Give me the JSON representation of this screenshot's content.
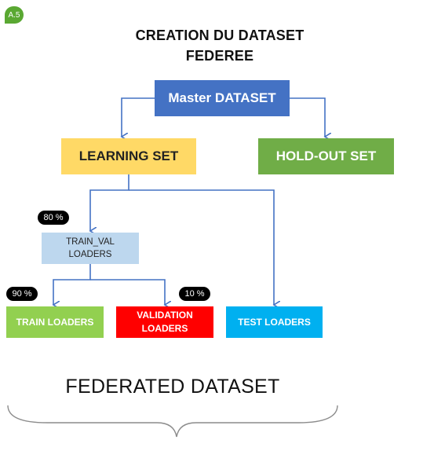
{
  "badge": "A.5",
  "title": {
    "line1": "CREATION DU DATASET",
    "line2": "FEDEREE"
  },
  "nodes": {
    "master": "Master DATASET",
    "learning_set": "LEARNING SET",
    "holdout_set": "HOLD-OUT SET",
    "train_val_line1": "TRAIN_VAL",
    "train_val_line2": "LOADERS",
    "train_loaders": "TRAIN LOADERS",
    "validation_line1": "VALIDATION",
    "validation_line2": "LOADERS",
    "test_loaders": "TEST LOADERS"
  },
  "percentages": {
    "train_val": "80 %",
    "train": "90 %",
    "validation": "10 %"
  },
  "footer": "FEDERATED DATASET",
  "colors": {
    "badge": "#5aa832",
    "master": "#4472c4",
    "learning": "#ffd966",
    "holdout": "#70ad47",
    "train_val": "#bdd7ee",
    "train": "#92d050",
    "validation": "#ff0000",
    "test": "#00b0f0",
    "connector": "#4472c4",
    "brace": "#8c8c8c"
  }
}
